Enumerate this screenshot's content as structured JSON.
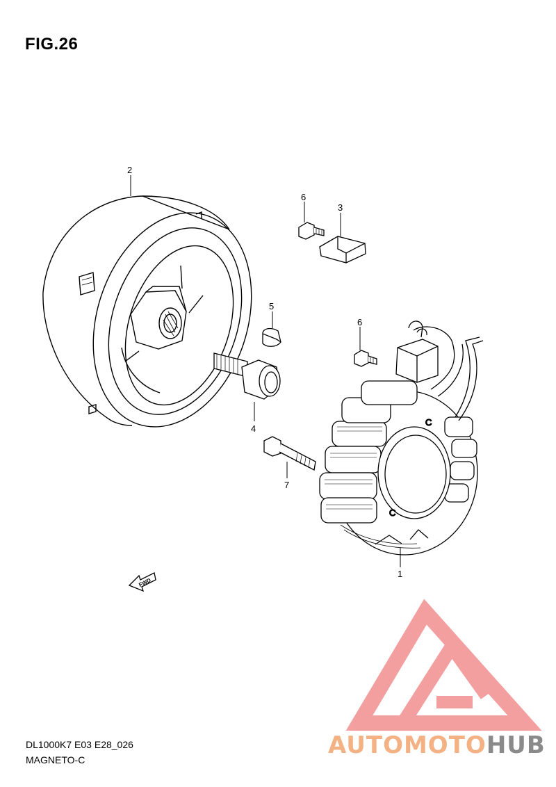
{
  "figure": {
    "title": "FIG.26"
  },
  "callouts": {
    "stator": "1",
    "rotor": "2",
    "clamp": "3",
    "bolt": "4",
    "key": "5",
    "screw_a": "6",
    "screw_b": "6",
    "pin_bolt": "7"
  },
  "fwd_label": "FWD",
  "footer": {
    "model_code": "DL1000K7 E03 E28_026",
    "section_name": "MAGNETO-C"
  },
  "watermark": {
    "part1": "AUTOMOTO",
    "part2": "HUB",
    "color_red": "#f08080",
    "color_gray": "#8a8a8a",
    "color_orange": "#f4b183"
  }
}
